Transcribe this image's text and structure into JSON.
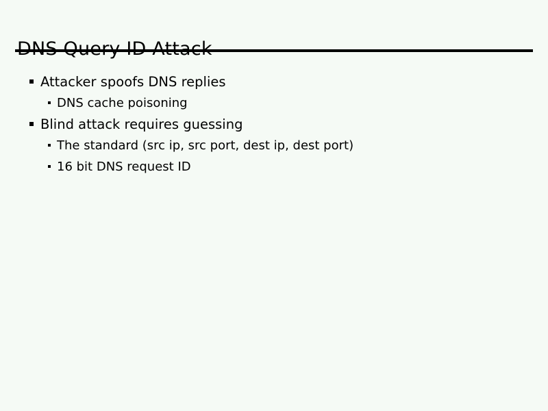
{
  "slide": {
    "title": "DNS Query ID Attack",
    "background_color": "#f5faf5",
    "text_color": "#000000",
    "rule_color": "#000000",
    "bullets": [
      {
        "level": 1,
        "marker": "square-bullet",
        "text": "Attacker spoofs DNS replies"
      },
      {
        "level": 2,
        "marker": "small-square-bullet",
        "text": "DNS cache poisoning"
      },
      {
        "level": 1,
        "marker": "square-bullet",
        "text": "Blind attack requires guessing"
      },
      {
        "level": 2,
        "marker": "small-square-bullet",
        "text": "The standard (src ip, src port, dest ip, dest port)"
      },
      {
        "level": 2,
        "marker": "small-square-bullet",
        "text": "16 bit DNS request ID"
      }
    ]
  }
}
